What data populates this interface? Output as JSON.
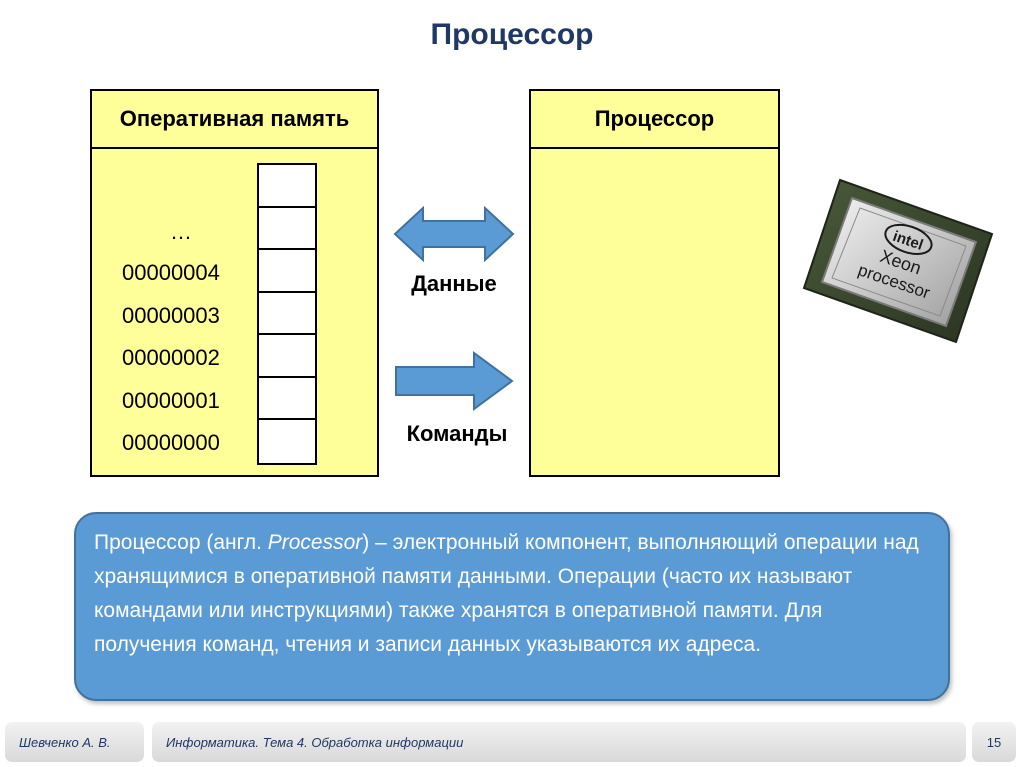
{
  "slide_title": "Процессор",
  "memory_box": {
    "header": "Оперативная память",
    "ellipsis": "…",
    "addresses": [
      "00000004",
      "00000003",
      "00000002",
      "00000001",
      "00000000"
    ],
    "cell_count": 7
  },
  "processor_box": {
    "header": "Процессор"
  },
  "arrows": {
    "data_label": "Данные",
    "commands_label": "Команды",
    "color": "#5b9bd5"
  },
  "chip": {
    "brand": "intel",
    "line1": "Xeon",
    "line2": "processor"
  },
  "info_box": {
    "part1": "Процессор (англ. ",
    "part_italic": "Processor",
    "part2": ") – электронный компонент, выполняющий операции над хранящимися в оперативной памяти данными. Операции (часто их называют командами или инструкциями) также хранятся в оперативной памяти. Для получения команд, чтения и записи данных указываются их адреса."
  },
  "footer": {
    "author": "Шевченко А. В.",
    "course": "Информатика. Тема 4. Обработка информации",
    "page": "15"
  }
}
